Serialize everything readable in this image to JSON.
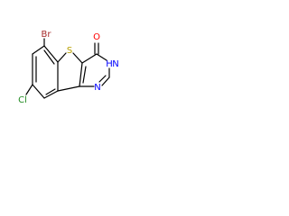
{
  "molecule": {
    "labels": {
      "bromine": "Br",
      "chlorine": "Cl",
      "sulfur": "S",
      "oxygen": "O",
      "nitrogen_nh": "N",
      "hydrogen": "H",
      "nitrogen": "N"
    },
    "colors": {
      "bromine": "#a52a2a",
      "chlorine": "#228b22",
      "sulfur": "#b8a000",
      "oxygen": "#ff0000",
      "nitrogen": "#0000ff",
      "bond": "#000000"
    }
  }
}
